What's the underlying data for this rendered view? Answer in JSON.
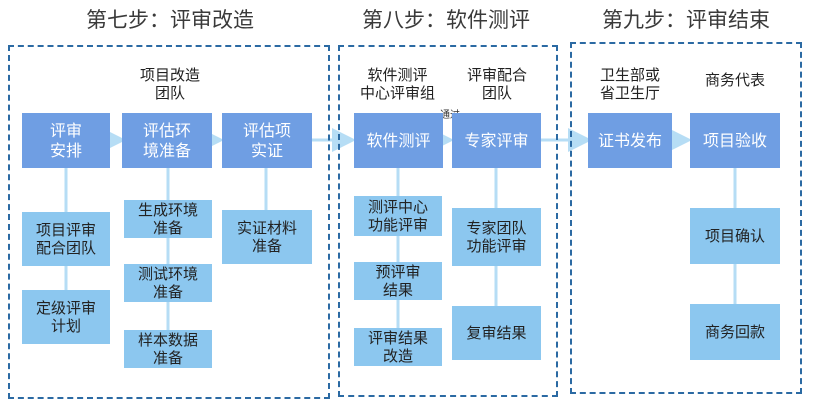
{
  "colors": {
    "frame": "#2b6aa3",
    "main_box": "#6f9ee3",
    "sub_box": "#8cc7ef",
    "arrow": "#b6ddf5"
  },
  "stages": [
    {
      "title": "第七步：评审改造",
      "team": "项目改造\n团队",
      "main": [
        "评审\n安排",
        "评估环\n境准备",
        "评估项\n实证"
      ],
      "subs": [
        [
          "项目评审\n配合团队",
          "定级评审\n计划"
        ],
        [
          "生成环境\n准备",
          "测试环境\n准备",
          "样本数据\n准备"
        ],
        [
          "实证材料\n准备"
        ]
      ]
    },
    {
      "title": "第八步：软件测评",
      "teams": [
        "软件测评\n中心评审组",
        "评审配合\n团队"
      ],
      "note": "通过",
      "main": [
        "软件测评",
        "专家评审"
      ],
      "subs": [
        [
          "测评中心\n功能评审",
          "预评审\n结果",
          "评审结果\n改造"
        ],
        [
          "专家团队\n功能评审",
          "复审结果"
        ]
      ]
    },
    {
      "title": "第九步：评审结束",
      "teams": [
        "卫生部或\n省卫生厅",
        "商务代表"
      ],
      "main": [
        "证书发布",
        "项目验收"
      ],
      "subs": [
        [],
        [
          "项目确认",
          "商务回款"
        ]
      ]
    }
  ]
}
